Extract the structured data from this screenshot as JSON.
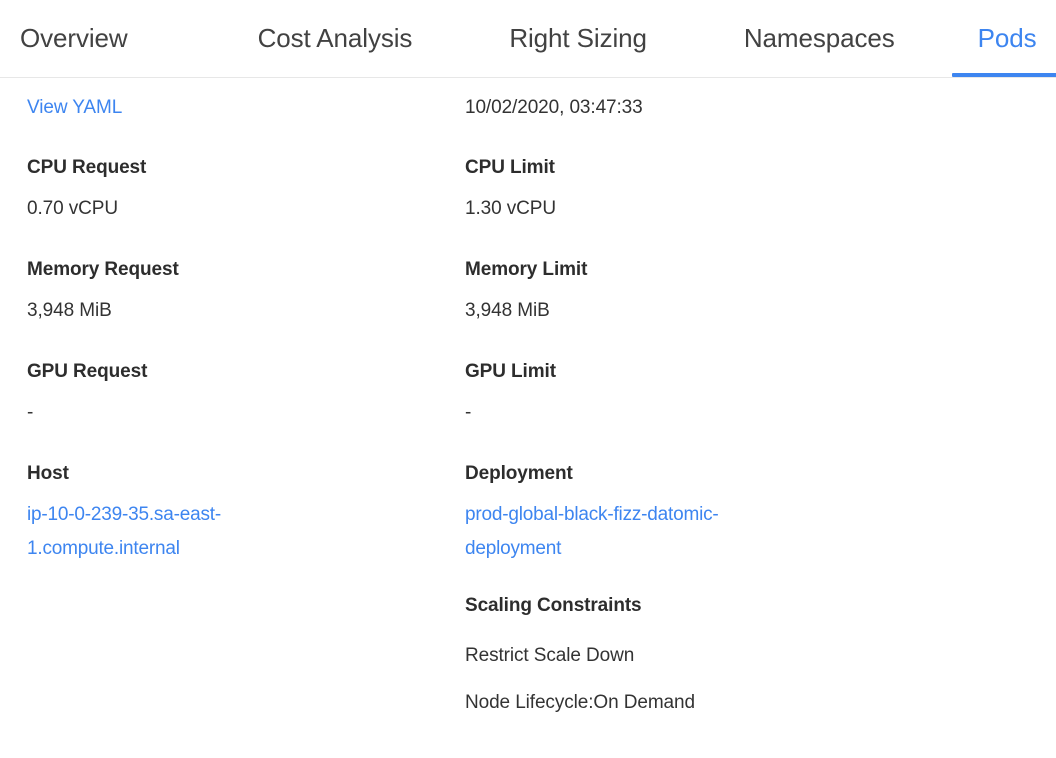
{
  "tabs": [
    {
      "label": "Overview",
      "name": "tab-overview",
      "active": false
    },
    {
      "label": "Cost Analysis",
      "name": "tab-cost-analysis",
      "active": false
    },
    {
      "label": "Right Sizing",
      "name": "tab-right-sizing",
      "active": false
    },
    {
      "label": "Namespaces",
      "name": "tab-namespaces",
      "active": false
    },
    {
      "label": "Pods",
      "name": "tab-pods",
      "active": true
    }
  ],
  "colors": {
    "accent_blue": "#3d85f0",
    "link_blue": "#3d85f0",
    "text_dark": "#2d2d2d",
    "text_body": "#333333",
    "divider": "#e7e7e7",
    "background": "#ffffff"
  },
  "details": {
    "view_yaml_link": "View YAML",
    "timestamp": "10/02/2020, 03:47:33",
    "cpu_request_label": "CPU Request",
    "cpu_request_value": "0.70 vCPU",
    "cpu_limit_label": "CPU Limit",
    "cpu_limit_value": "1.30 vCPU",
    "memory_request_label": "Memory Request",
    "memory_request_value": "3,948 MiB",
    "memory_limit_label": "Memory Limit",
    "memory_limit_value": "3,948 MiB",
    "gpu_request_label": "GPU Request",
    "gpu_request_value": "-",
    "gpu_limit_label": "GPU Limit",
    "gpu_limit_value": "-",
    "host_label": "Host",
    "host_value": "ip-10-0-239-35.sa-east-1.compute.internal",
    "deployment_label": "Deployment",
    "deployment_value": "prod-global-black-fizz-datomic-deployment",
    "scaling_constraints_label": "Scaling Constraints",
    "restrict_scale_down": "Restrict Scale Down",
    "node_lifecycle": "Node Lifecycle:On Demand"
  }
}
